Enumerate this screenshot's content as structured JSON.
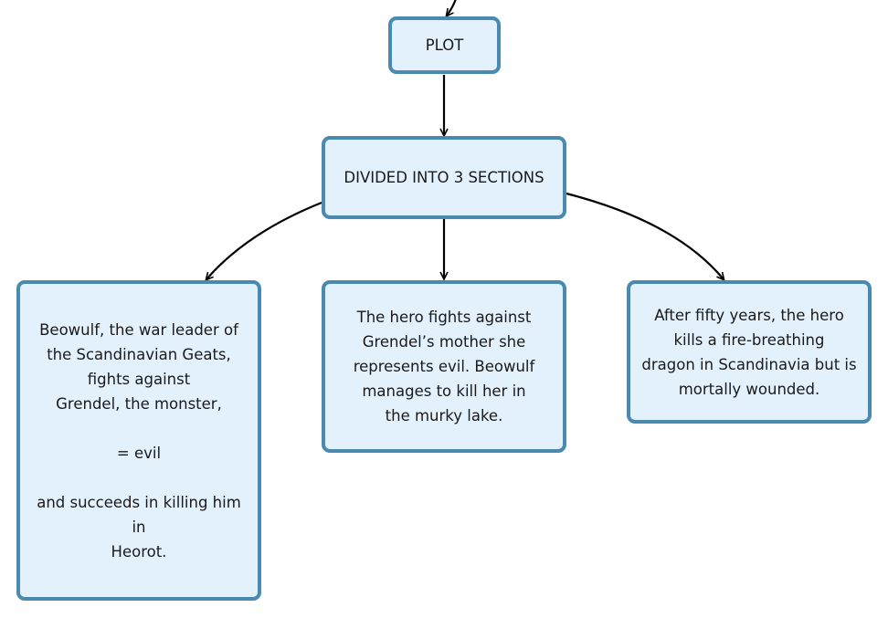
{
  "nodes": {
    "plot": "PLOT",
    "sections": "DIVIDED INTO 3 SECTIONS",
    "part1": "Beowulf, the war leader of\nthe Scandinavian Geats,\nfights against\nGrendel, the monster,\n\n= evil\n\nand succeeds in killing him\nin\nHeorot.",
    "part2": "The hero fights against\nGrendel’s mother she\nrepresents evil. Beowulf\nmanages to kill her in\nthe murky lake.",
    "part3": "After fifty years, the hero\nkills a fire-breathing\ndragon in Scandinavia but is\nmortally wounded."
  },
  "style": {
    "box_fill": "#e3f1fc",
    "box_border": "#4a89b0",
    "edge_color": "#000000"
  }
}
